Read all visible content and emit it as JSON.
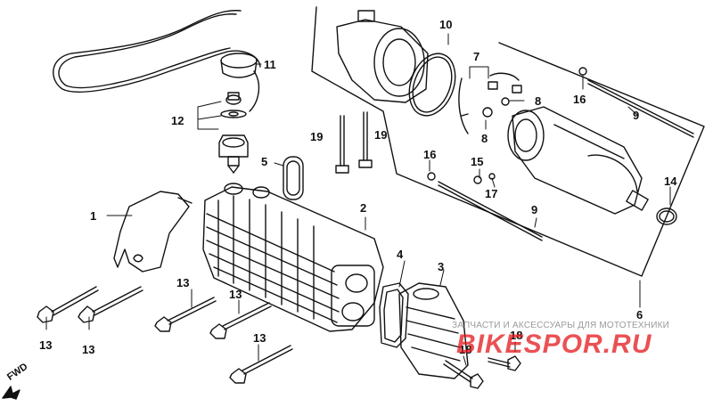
{
  "diagram": {
    "callouts": [
      "1",
      "2",
      "3",
      "4",
      "5",
      "6",
      "7",
      "8",
      "8",
      "9",
      "9",
      "10",
      "11",
      "12",
      "13",
      "13",
      "13",
      "13",
      "13",
      "14",
      "15",
      "16",
      "16",
      "17",
      "18",
      "18",
      "19",
      "19"
    ],
    "direction_label": "FWD",
    "watermark": {
      "tagline": "ЗАПЧАСТИ И АКСЕССУАРЫ ДЛЯ МОТОТЕХНИКИ",
      "brand": "BIKESPOR.RU"
    },
    "colors": {
      "ink": "#111111",
      "brand": "#e3181c",
      "tag": "#9a9a9a"
    }
  }
}
